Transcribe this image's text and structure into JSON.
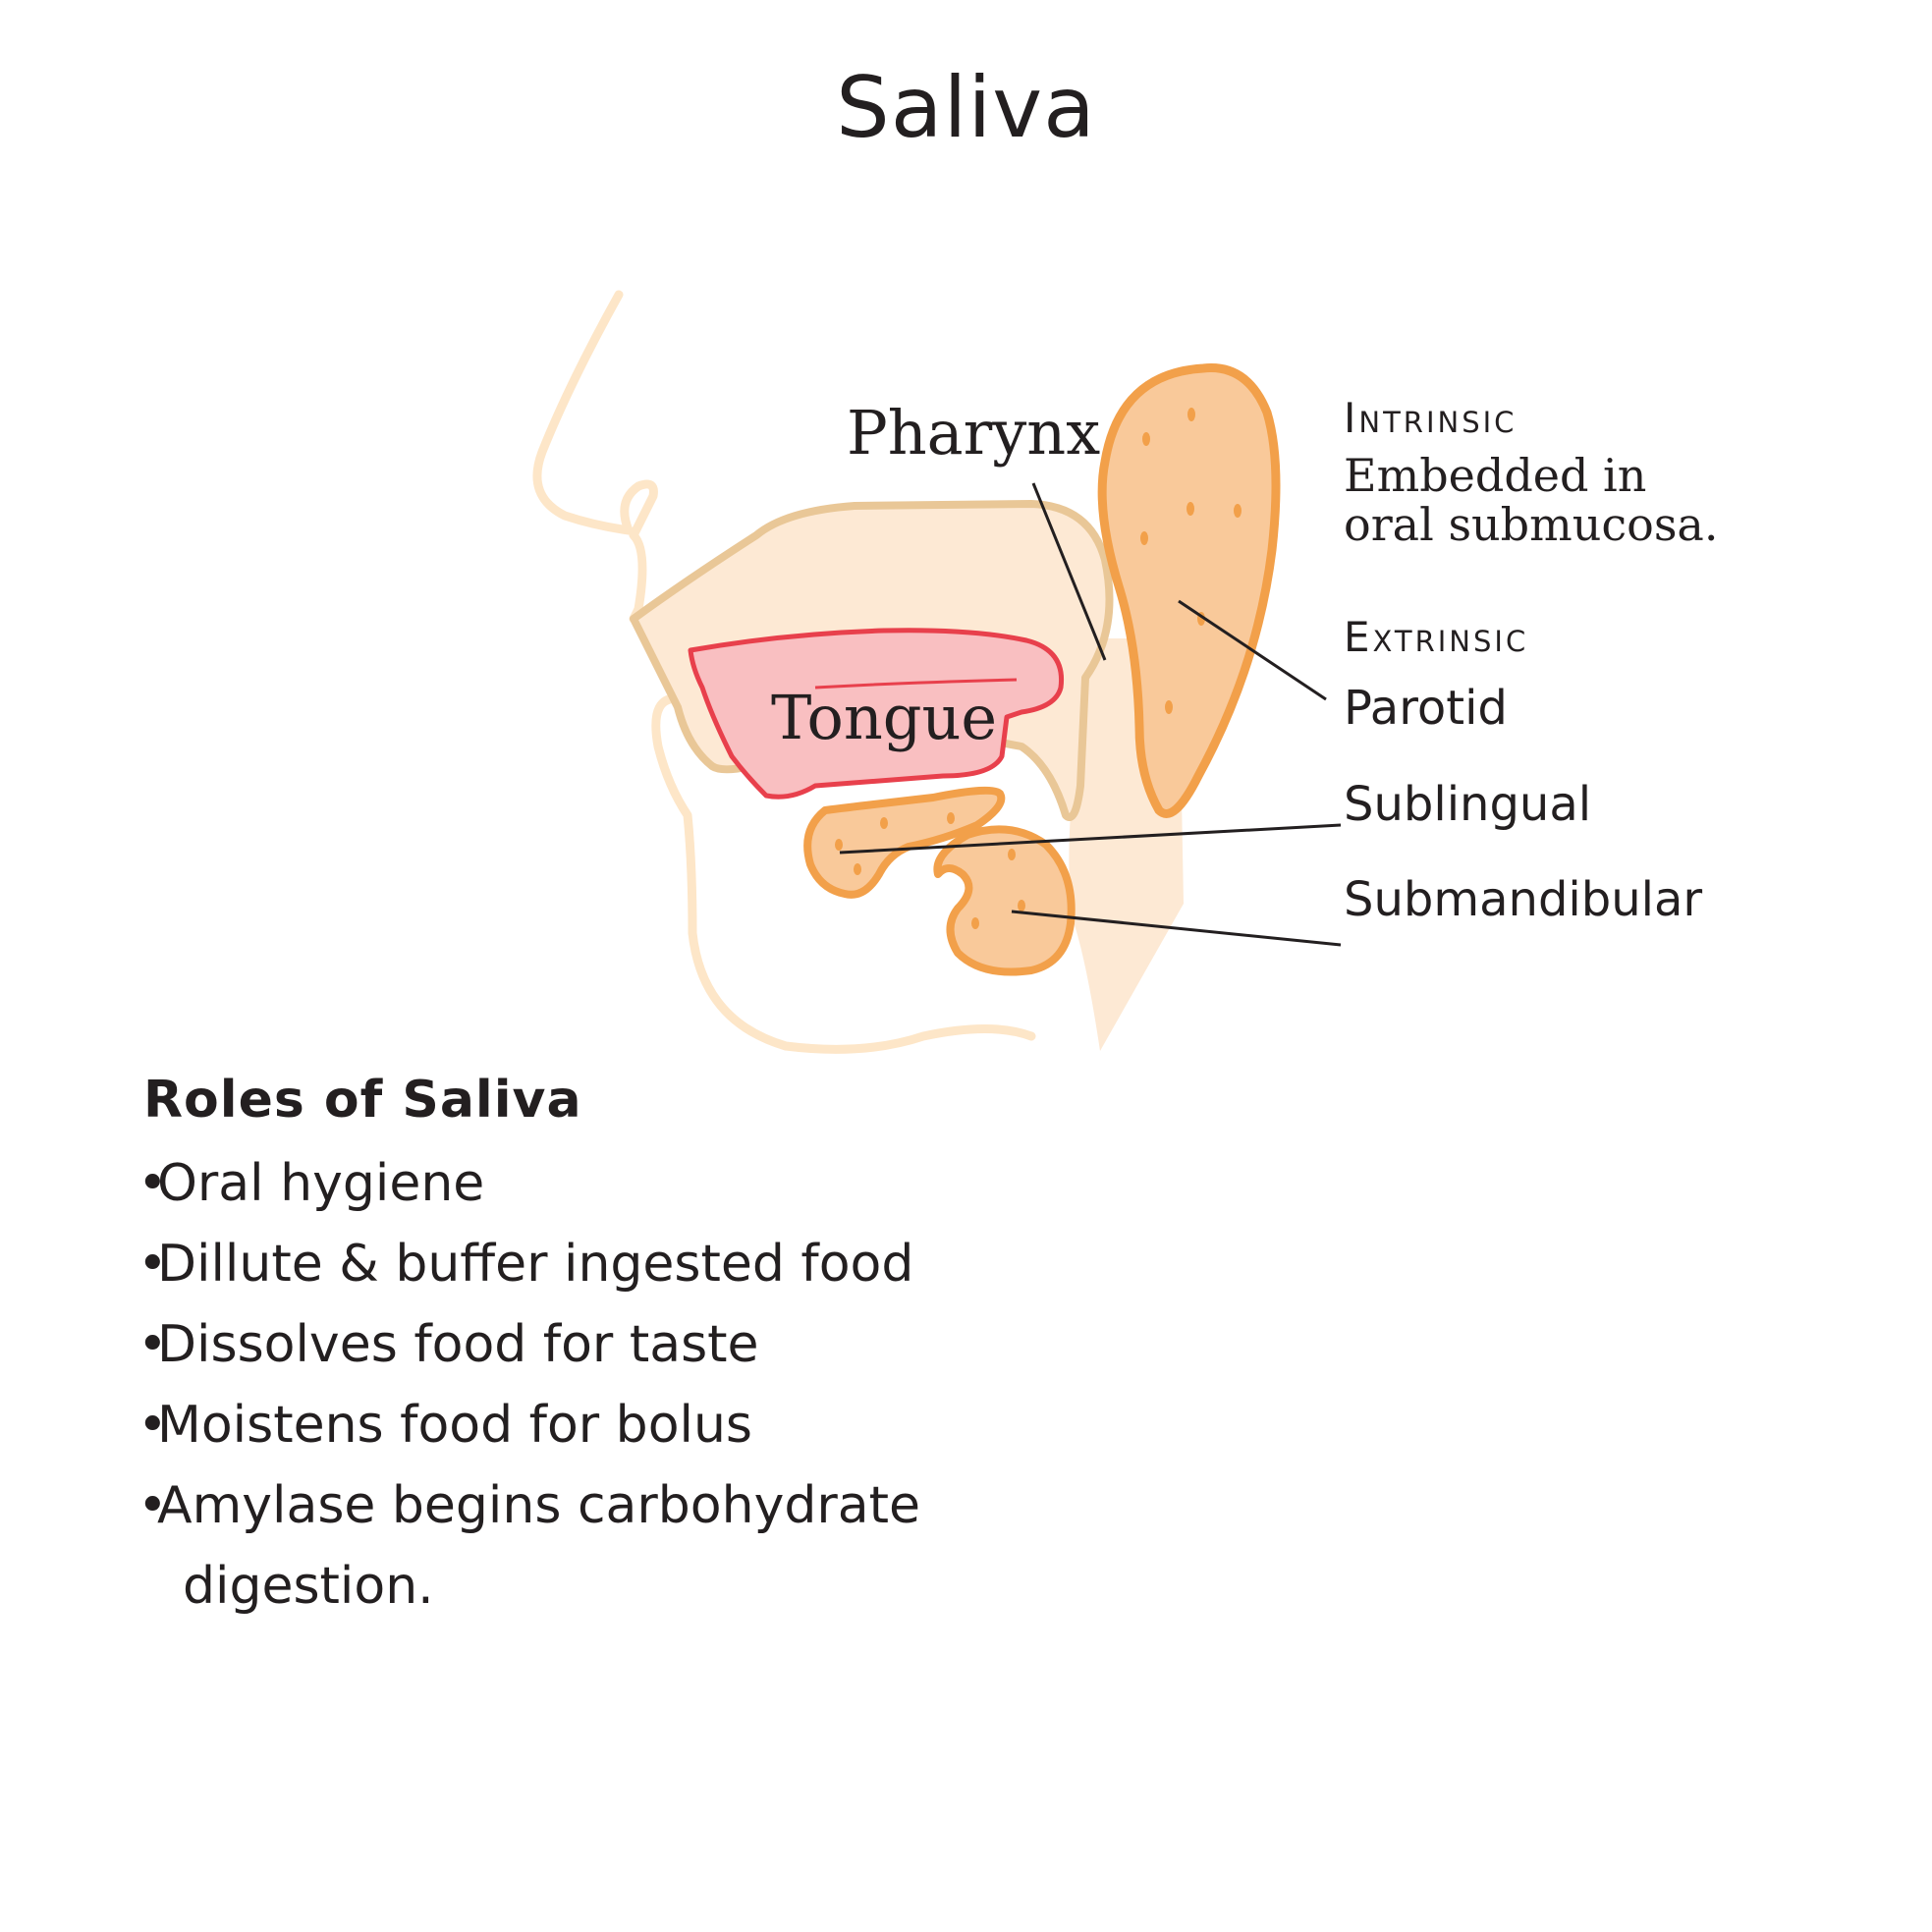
{
  "title": "Saliva",
  "labels": {
    "pharynx": "Pharynx",
    "tongue": "Tongue",
    "intrinsic_heading": "Intrinsic",
    "intrinsic_line1": "Embedded in",
    "intrinsic_line2": "oral submucosa.",
    "extrinsic_heading": "Extrinsic",
    "parotid": "Parotid",
    "sublingual": "Sublingual",
    "submandibular": "Submandibular"
  },
  "roles": {
    "heading": "Roles of Saliva",
    "bullet": "•",
    "items": [
      "Oral hygiene",
      "Dillute & buffer ingested food",
      "Dissolves food for taste",
      "Moistens food for bolus",
      "Amylase begins carbohydrate"
    ],
    "continuation": "digestion."
  },
  "colors": {
    "face_outline": "#fde6c8",
    "oral_cavity_fill": "#fde9d4",
    "oral_cavity_stroke": "#e9c797",
    "gland_fill": "#f9c99a",
    "gland_stroke": "#f2a04a",
    "tongue_fill": "#f9bfc1",
    "tongue_stroke": "#e8404c",
    "leader_line": "#231f20"
  }
}
